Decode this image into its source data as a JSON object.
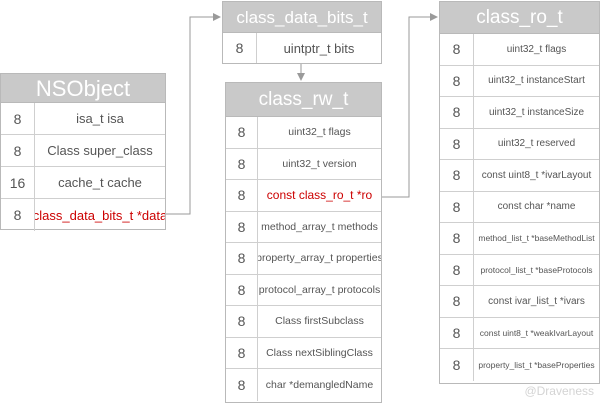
{
  "nsobject": {
    "title": "NSObject",
    "rows": [
      {
        "size": "8",
        "field": "isa_t isa"
      },
      {
        "size": "8",
        "field": "Class super_class"
      },
      {
        "size": "16",
        "field": "cache_t cache"
      },
      {
        "size": "8",
        "field": "class_data_bits_t *data"
      }
    ]
  },
  "class_data_bits": {
    "title": "class_data_bits_t",
    "rows": [
      {
        "size": "8",
        "field": "uintptr_t bits"
      }
    ]
  },
  "class_rw": {
    "title": "class_rw_t",
    "rows": [
      {
        "size": "8",
        "field": "uint32_t flags"
      },
      {
        "size": "8",
        "field": "uint32_t version"
      },
      {
        "size": "8",
        "field": "const class_ro_t *ro"
      },
      {
        "size": "8",
        "field": "method_array_t methods"
      },
      {
        "size": "8",
        "field": "property_array_t properties"
      },
      {
        "size": "8",
        "field": "protocol_array_t protocols"
      },
      {
        "size": "8",
        "field": "Class firstSubclass"
      },
      {
        "size": "8",
        "field": "Class nextSiblingClass"
      },
      {
        "size": "8",
        "field": "char *demangledName"
      }
    ]
  },
  "class_ro": {
    "title": "class_ro_t",
    "rows": [
      {
        "size": "8",
        "field": "uint32_t flags"
      },
      {
        "size": "8",
        "field": "uint32_t instanceStart"
      },
      {
        "size": "8",
        "field": "uint32_t instanceSize"
      },
      {
        "size": "8",
        "field": "uint32_t reserved"
      },
      {
        "size": "8",
        "field": "const uint8_t *ivarLayout"
      },
      {
        "size": "8",
        "field": "const char *name"
      },
      {
        "size": "8",
        "field": "method_list_t *baseMethodList"
      },
      {
        "size": "8",
        "field": "protocol_list_t *baseProtocols"
      },
      {
        "size": "8",
        "field": "const ivar_list_t *ivars"
      },
      {
        "size": "8",
        "field": "const uint8_t *weakIvarLayout"
      },
      {
        "size": "8",
        "field": "property_list_t *baseProperties"
      }
    ]
  },
  "watermark": "@Draveness",
  "colors": {
    "header_bg": "#c9c9c9",
    "highlight": "#cc0000",
    "border": "#b9b9b9",
    "connector": "#9a9a9a"
  }
}
